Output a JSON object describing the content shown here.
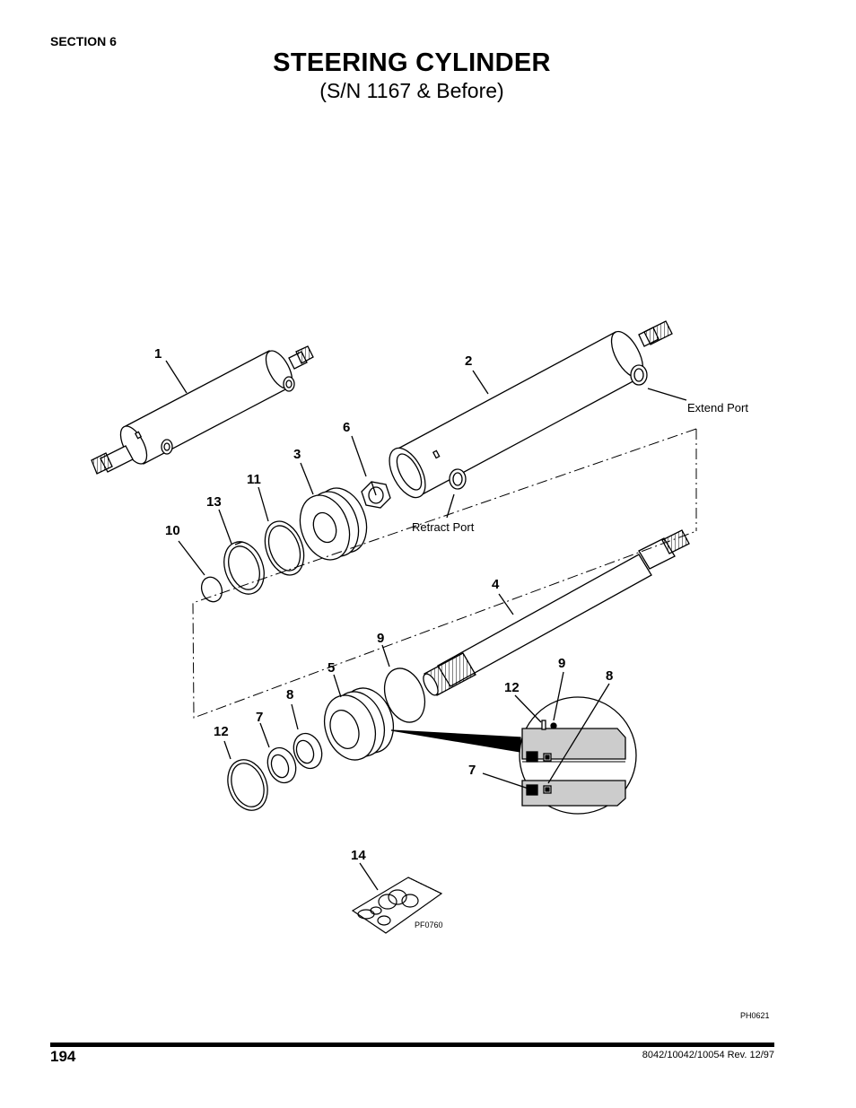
{
  "header": {
    "section": "SECTION 6",
    "title": "STEERING CYLINDER",
    "subtitle": "(S/N 1167 & Before)"
  },
  "diagram": {
    "callouts": {
      "c1": "1",
      "c2": "2",
      "c3": "3",
      "c4": "4",
      "c5": "5",
      "c6": "6",
      "c7a": "7",
      "c7b": "7",
      "c8a": "8",
      "c8b": "8",
      "c9a": "9",
      "c9b": "9",
      "c10": "10",
      "c11": "11",
      "c12a": "12",
      "c12b": "12",
      "c13": "13",
      "c14": "14"
    },
    "ports": {
      "extend": "Extend Port",
      "retract": "Retract Port"
    },
    "kit_code": "PF0760",
    "figure_code": "PH0621"
  },
  "footer": {
    "page_number": "194",
    "doc_revision": "8042/10042/10054 Rev. 12/97"
  }
}
